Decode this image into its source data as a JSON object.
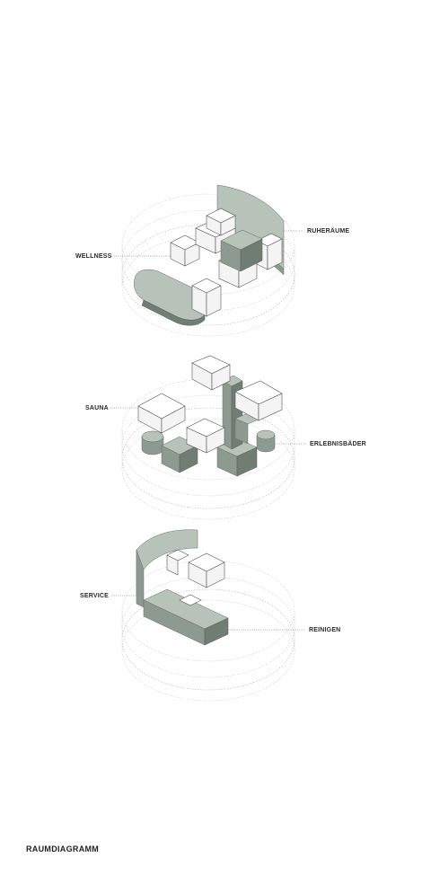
{
  "labels": {
    "wellness": "WELLNESS",
    "ruheraeume": "RUHERÄUME",
    "sauna": "SAUNA",
    "erlebnisbaeder": "ERLEBNISBÄDER",
    "service": "SERVICE",
    "reinigen": "REINIGEN"
  },
  "footer": {
    "title": "RAUMDIAGRAMM"
  },
  "colors": {
    "accent_green": "#8d9a8f",
    "line": "#555555"
  }
}
